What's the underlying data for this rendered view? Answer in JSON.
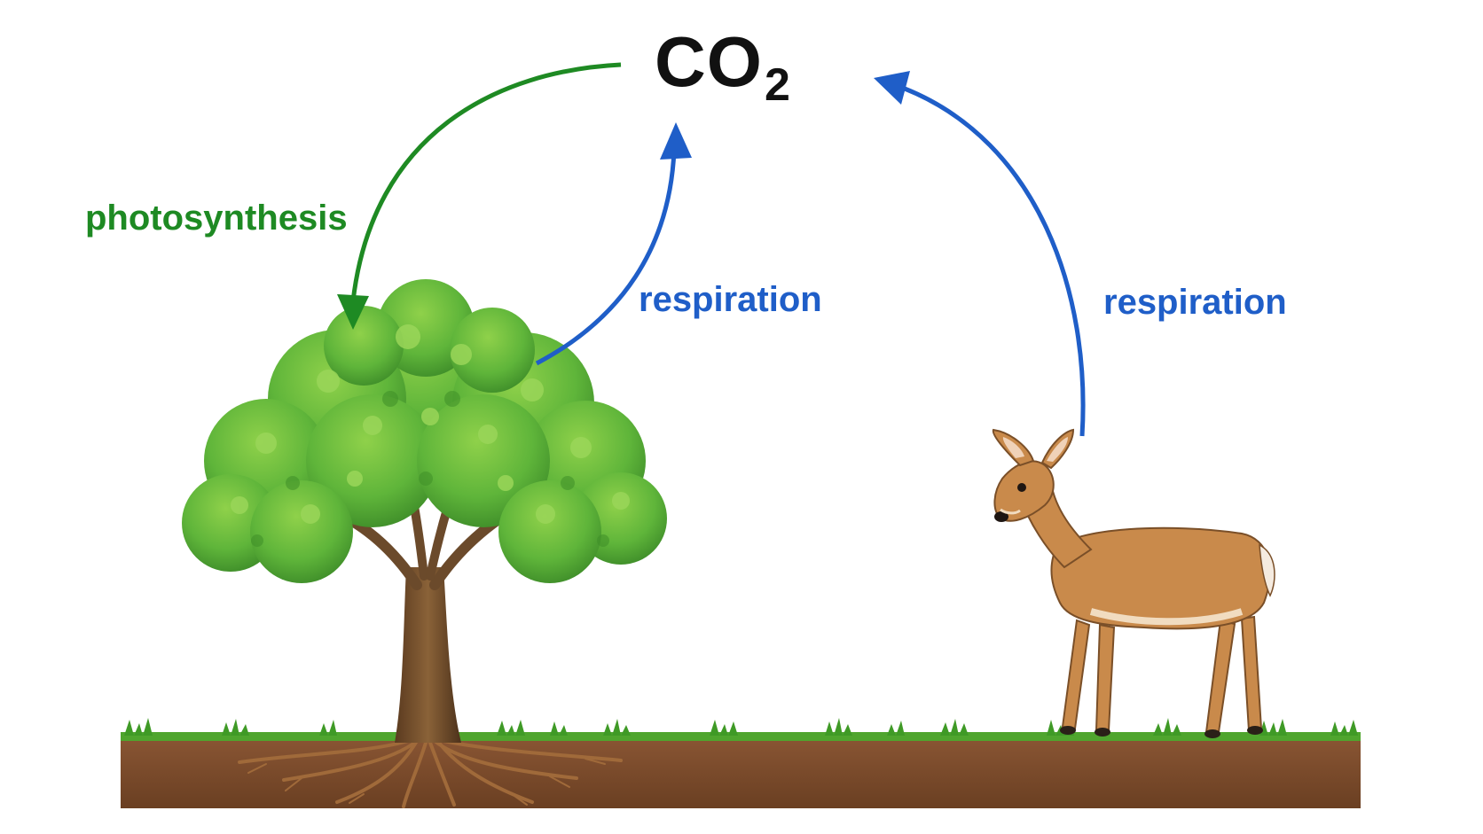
{
  "co2": {
    "main": "CO",
    "subscript": "2"
  },
  "labels": {
    "photosynthesis": "photosynthesis",
    "tree_respiration": "respiration",
    "deer_respiration": "respiration"
  },
  "colors": {
    "photosynthesis_arrow": "#1e8a23",
    "respiration_arrow": "#1f5ec8",
    "soil": "#7a4a2a",
    "grass": "#4fa52e",
    "foliage": "#5fb53a",
    "trunk": "#6b4a2b",
    "deer_body": "#c98a4b"
  },
  "icons": {
    "tree": "tree-icon",
    "deer": "deer-icon",
    "ground": "ground-icon"
  }
}
